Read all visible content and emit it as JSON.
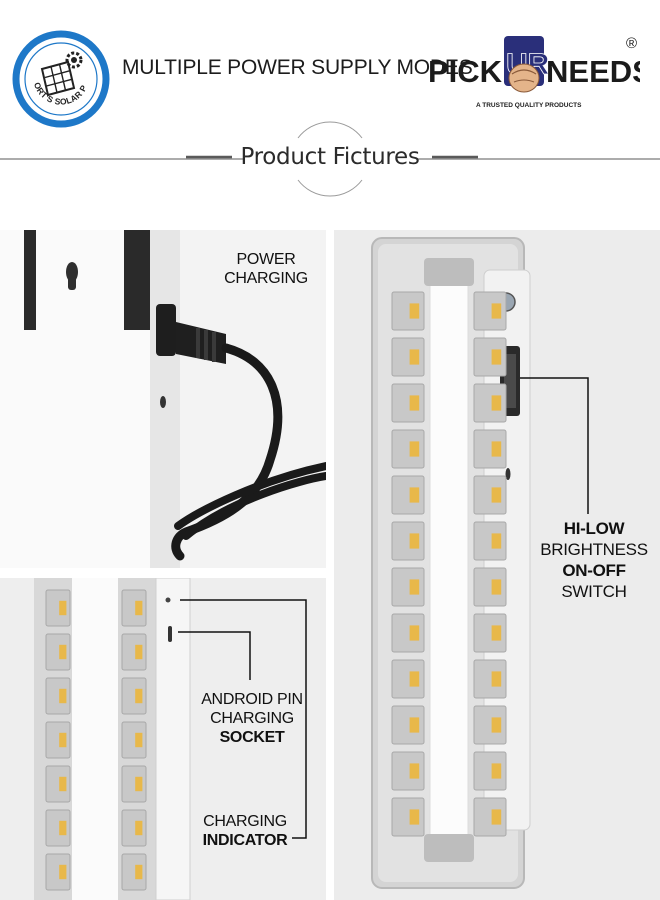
{
  "header": {
    "badge_text": "SUPPORT'S SOLAR POWER",
    "tagline": "MULTIPLE POWER SUPPLY MODES",
    "brand": {
      "left": "PICK",
      "middle": "UR",
      "right": "NEEDS",
      "registered": "®",
      "subtitle": "A TRUSTED QUALITY PRODUCTS"
    },
    "section_title": "Product Fictures"
  },
  "callouts": {
    "power_line1": "POWER",
    "power_line2": "CHARGING",
    "android_line1": "ANDROID PIN",
    "android_line2": "CHARGING",
    "android_line3": "SOCKET",
    "indicator_line1": "CHARGING",
    "indicator_line2": "INDICATOR",
    "switch_line1": "HI-LOW",
    "switch_line2": "BRIGHTNESS",
    "switch_line3": "ON-OFF",
    "switch_line4": "SWITCH"
  },
  "colors": {
    "brand_blue": "#1e78c8",
    "brand_navy": "#2a2f7a",
    "text_dark": "#1c1c1c",
    "led_amber": "#e8b84a"
  },
  "icons": [
    "solar-panel-icon",
    "gear-icon",
    "sun-icon",
    "fist-icon",
    "power-plug-icon"
  ]
}
